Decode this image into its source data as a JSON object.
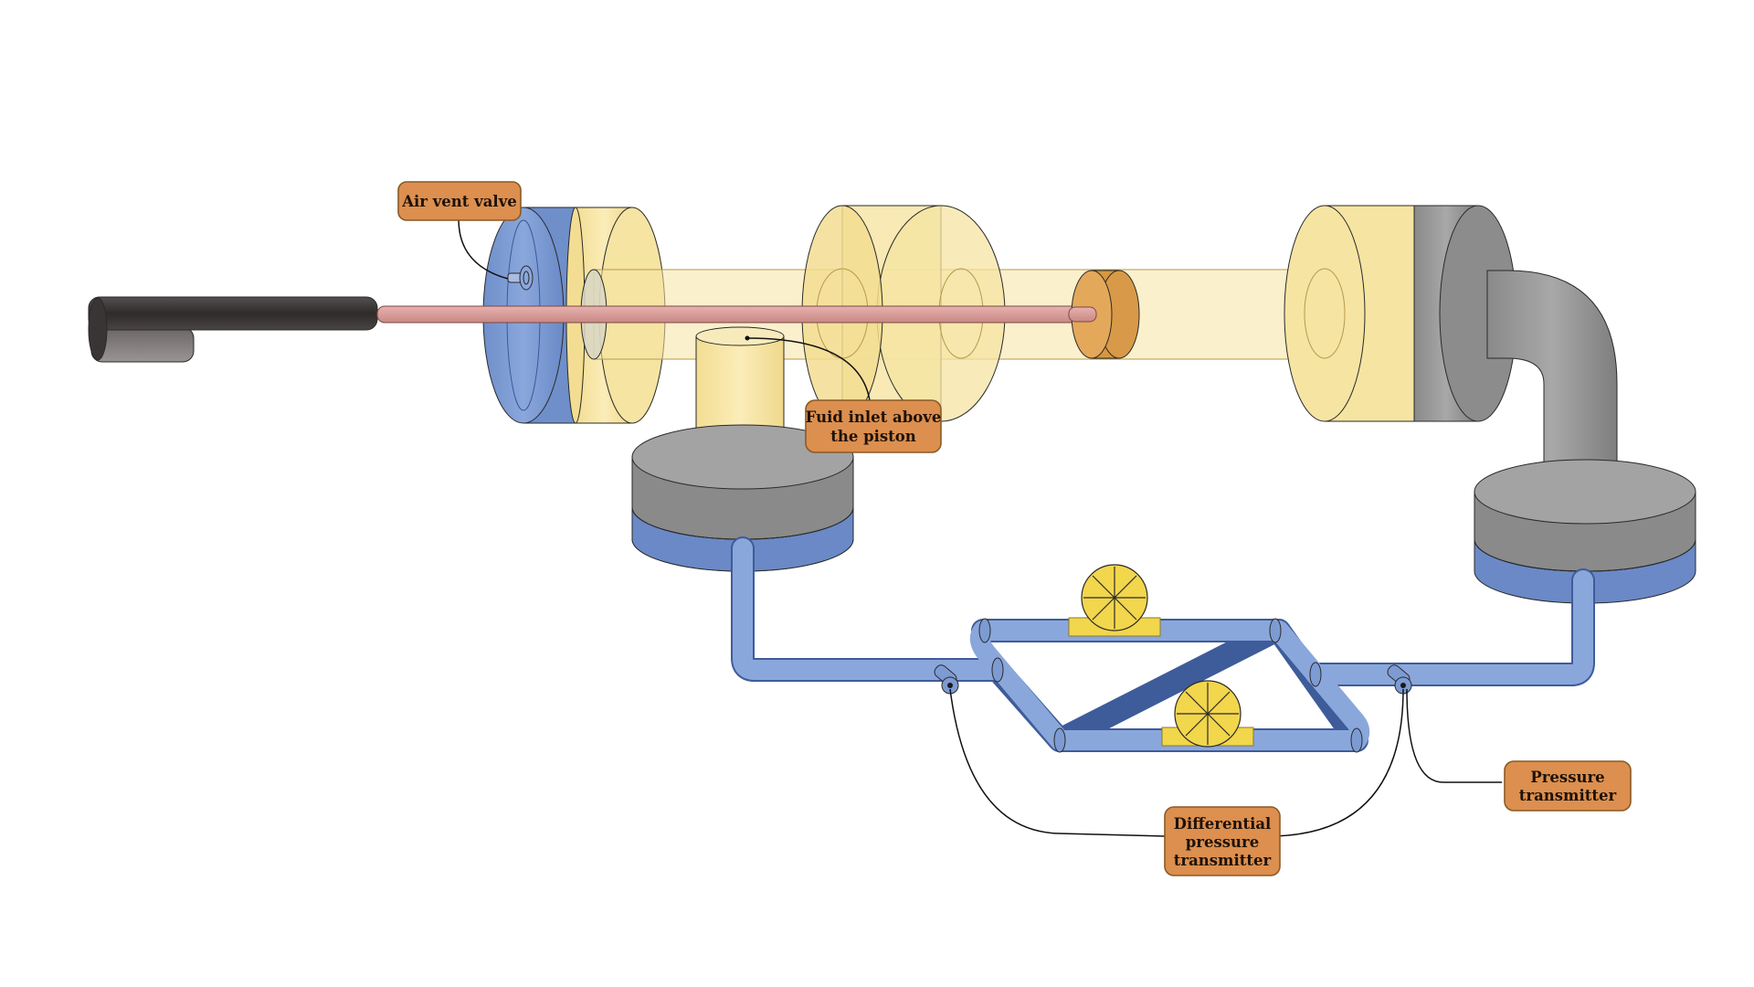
{
  "colors": {
    "blue": "#7d9bd3",
    "blue_dark": "#6384c4",
    "yellow": "#f6e4a2",
    "yellow_dark": "#ead28a",
    "gray": "#9a9a9a",
    "gray_dark": "#7c7c7c",
    "rod": "#d99a96",
    "piston": "#dea14f",
    "callout": "#dc8f4f",
    "actuator": "#3e3a3a"
  },
  "labels": {
    "air_vent_valve": "Air vent valve",
    "fluid_inlet_line1": "Fuid inlet above",
    "fluid_inlet_line2": "the piston",
    "differential_line1": "Differential",
    "differential_line2": "pressure",
    "differential_line3": "transmitter",
    "pressure_line1": "Pressure",
    "pressure_line2": "transmitter"
  },
  "icons": {
    "flow_meter_upper": "flow-meter-icon",
    "flow_meter_lower": "flow-meter-icon"
  }
}
